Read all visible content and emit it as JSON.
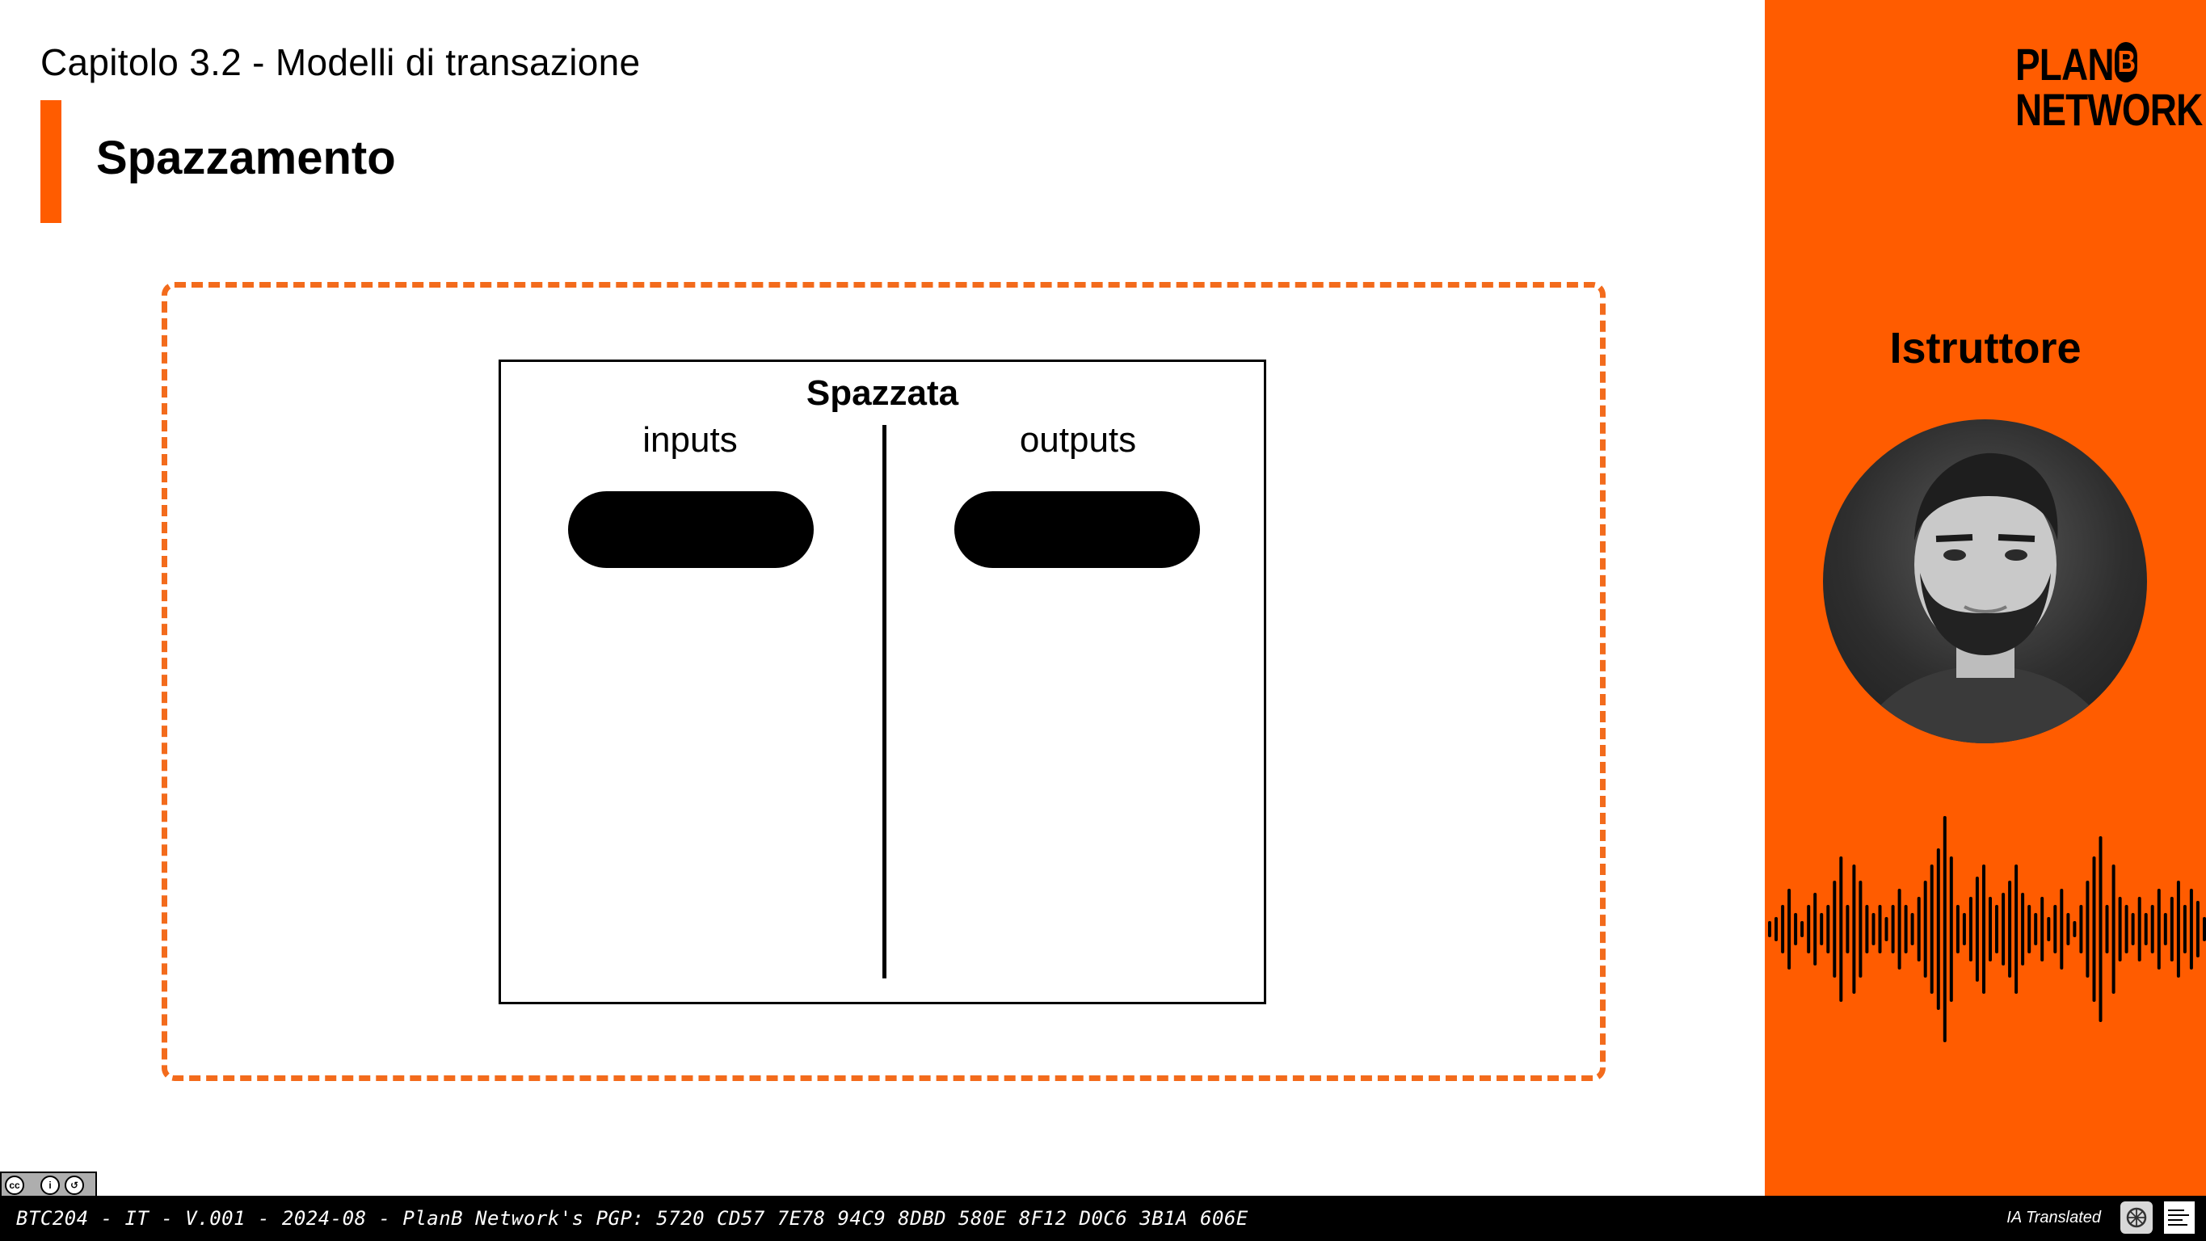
{
  "header": {
    "chapter_title": "Capitolo 3.2 - Modelli di transazione",
    "section_title": "Spazzamento"
  },
  "diagram": {
    "title": "Spazzata",
    "inputs_label": "inputs",
    "outputs_label": "outputs"
  },
  "sidebar": {
    "logo_line1": "PLAN",
    "logo_b": "B",
    "logo_line2": "NETWORK",
    "instructor_label": "Istruttore"
  },
  "footer": {
    "info": "BTC204 - IT - V.001 - 2024-08 - PlanB Network's PGP: 5720 CD57 7E78 94C9 8DBD 580E 8F12 D0C6 3B1A 606E",
    "translated": "IA Translated"
  },
  "license": {
    "cc": "cc",
    "by": "BY",
    "sa": "SA"
  },
  "colors": {
    "accent": "#ff5c00",
    "frame": "#f36b1c",
    "text": "#000000",
    "footer_bg": "#000000"
  },
  "icons": [
    "creative-commons-icon",
    "ai-translate-icon",
    "partner-logo-icon"
  ]
}
